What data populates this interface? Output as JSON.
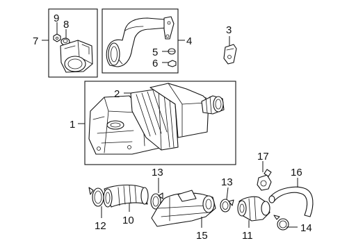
{
  "diagram": {
    "callouts": {
      "c1": "1",
      "c2": "2",
      "c3": "3",
      "c4": "4",
      "c5": "5",
      "c6": "6",
      "c7": "7",
      "c8": "8",
      "c9": "9",
      "c10": "10",
      "c11": "11",
      "c12": "12",
      "c13a": "13",
      "c13b": "13",
      "c14": "14",
      "c15": "15",
      "c16": "16",
      "c17": "17"
    }
  }
}
